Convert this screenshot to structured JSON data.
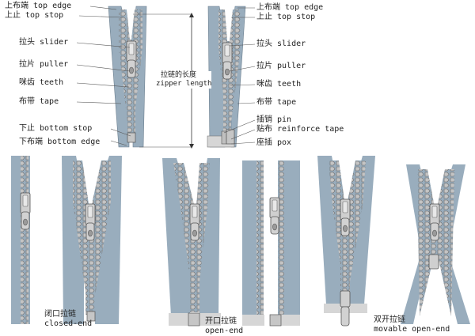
{
  "top_diagram": {
    "left_labels": {
      "top_edge": "上布端 top edge",
      "top_stop": "上止 top stop",
      "slider": "拉头 slider",
      "puller": "拉片 puller",
      "teeth": "咪齿 teeth",
      "tape": "布带 tape",
      "bottom_stop": "下止 bottom stop",
      "bottom_edge": "下布端 bottom edge"
    },
    "zipper_length": {
      "cn": "拉链的长度",
      "en": "zipper length"
    },
    "right_labels": {
      "top_edge": "上布端 top edge",
      "top_stop": "上止 top stop",
      "slider": "拉头 slider",
      "puller": "拉片 puller",
      "teeth": "咪齿 teeth",
      "tape": "布带 tape",
      "pin": "插销 pin",
      "reinforce_tape": "贴布 reinforce tape",
      "pox": "座插 pox"
    }
  },
  "types": [
    {
      "cn": "闭口拉链",
      "en": "closed-end"
    },
    {
      "cn": "开口拉链",
      "en": "open-end"
    },
    {
      "cn": "双开拉链",
      "en": "movable open-end"
    }
  ],
  "colors": {
    "tape": "#99adbd",
    "teeth": "#bfbfbf",
    "metal": "#d0d0d0",
    "outline": "#555555",
    "reinforce": "#d6d6d6"
  }
}
